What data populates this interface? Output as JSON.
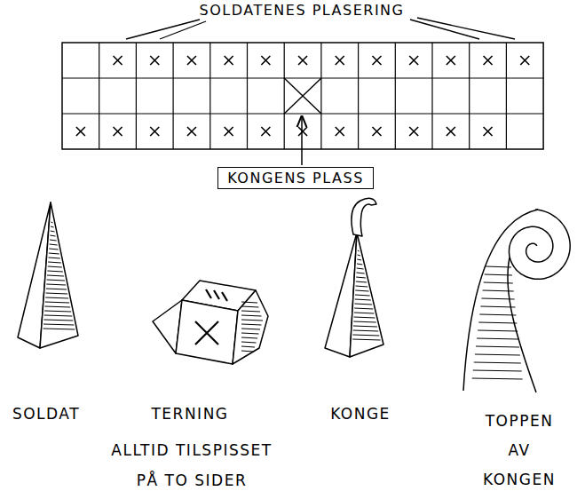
{
  "diagram": {
    "nodes": [
      {
        "text": [
          "KONGENS PLASS"
        ]
      }
    ],
    "labels": [
      "SOLDATENES PLASERING",
      "SOLDAT",
      "TERNING",
      "ALLTID TILSPISSET PÅ TO SIDER",
      "KONGE",
      "TOPPEN AV KONGEN"
    ]
  }
}
